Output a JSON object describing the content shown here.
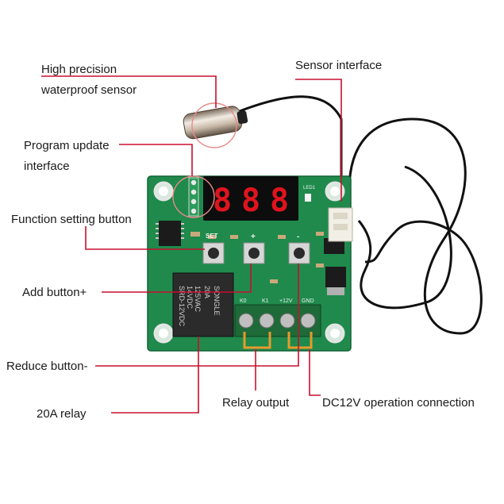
{
  "labels": {
    "sensor": [
      "High precision",
      "waterproof sensor"
    ],
    "sensor_interface": "Sensor interface",
    "program_update": [
      "Program update",
      "interface"
    ],
    "function_button": "Function setting button",
    "add_button": "Add button+",
    "reduce_button": "Reduce button-",
    "relay": "20A relay",
    "relay_output": "Relay output",
    "dc_connection": "DC12V operation connection"
  },
  "display": {
    "digits": [
      "8",
      "8",
      "8"
    ],
    "digit_color": "#e0141e"
  },
  "board": {
    "silkscreen": {
      "set": "SET",
      "plus": "+",
      "minus": "-",
      "led": "LED1",
      "terminals": [
        "K0",
        "K1",
        "+12V",
        "GND"
      ],
      "relay_text": [
        "SONGLE",
        "20A",
        "125VAC",
        "14VDC",
        "SRD-12VDC"
      ]
    },
    "pcb_color": "#1f8a4c",
    "relay_color": "#2b2b2b",
    "terminal_color": "#1e6a38"
  },
  "colors": {
    "leader_line": "#c8102e",
    "bracket": "#e69a2e",
    "text": "#1a1a1a"
  }
}
